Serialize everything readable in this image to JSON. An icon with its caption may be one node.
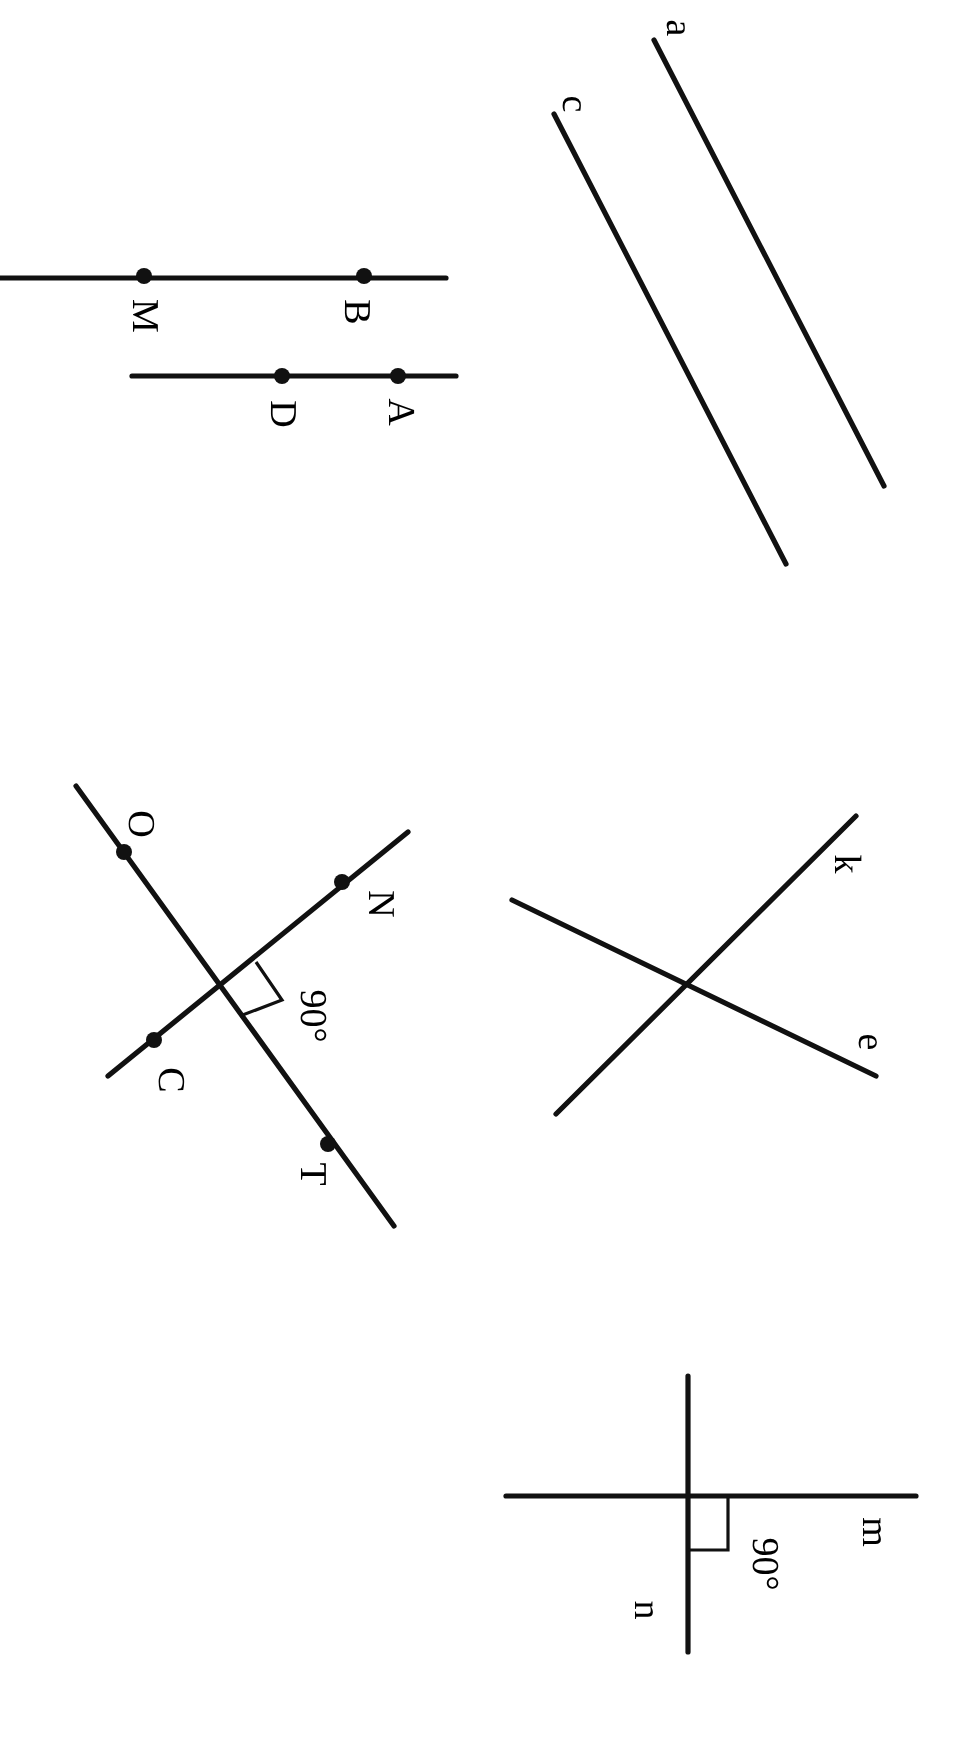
{
  "diagram": {
    "labels": [
      "a",
      "c",
      "B",
      "M",
      "A",
      "D",
      "O",
      "N",
      "90°",
      "C",
      "T",
      "k",
      "e",
      "m",
      "90°",
      "n"
    ]
  }
}
